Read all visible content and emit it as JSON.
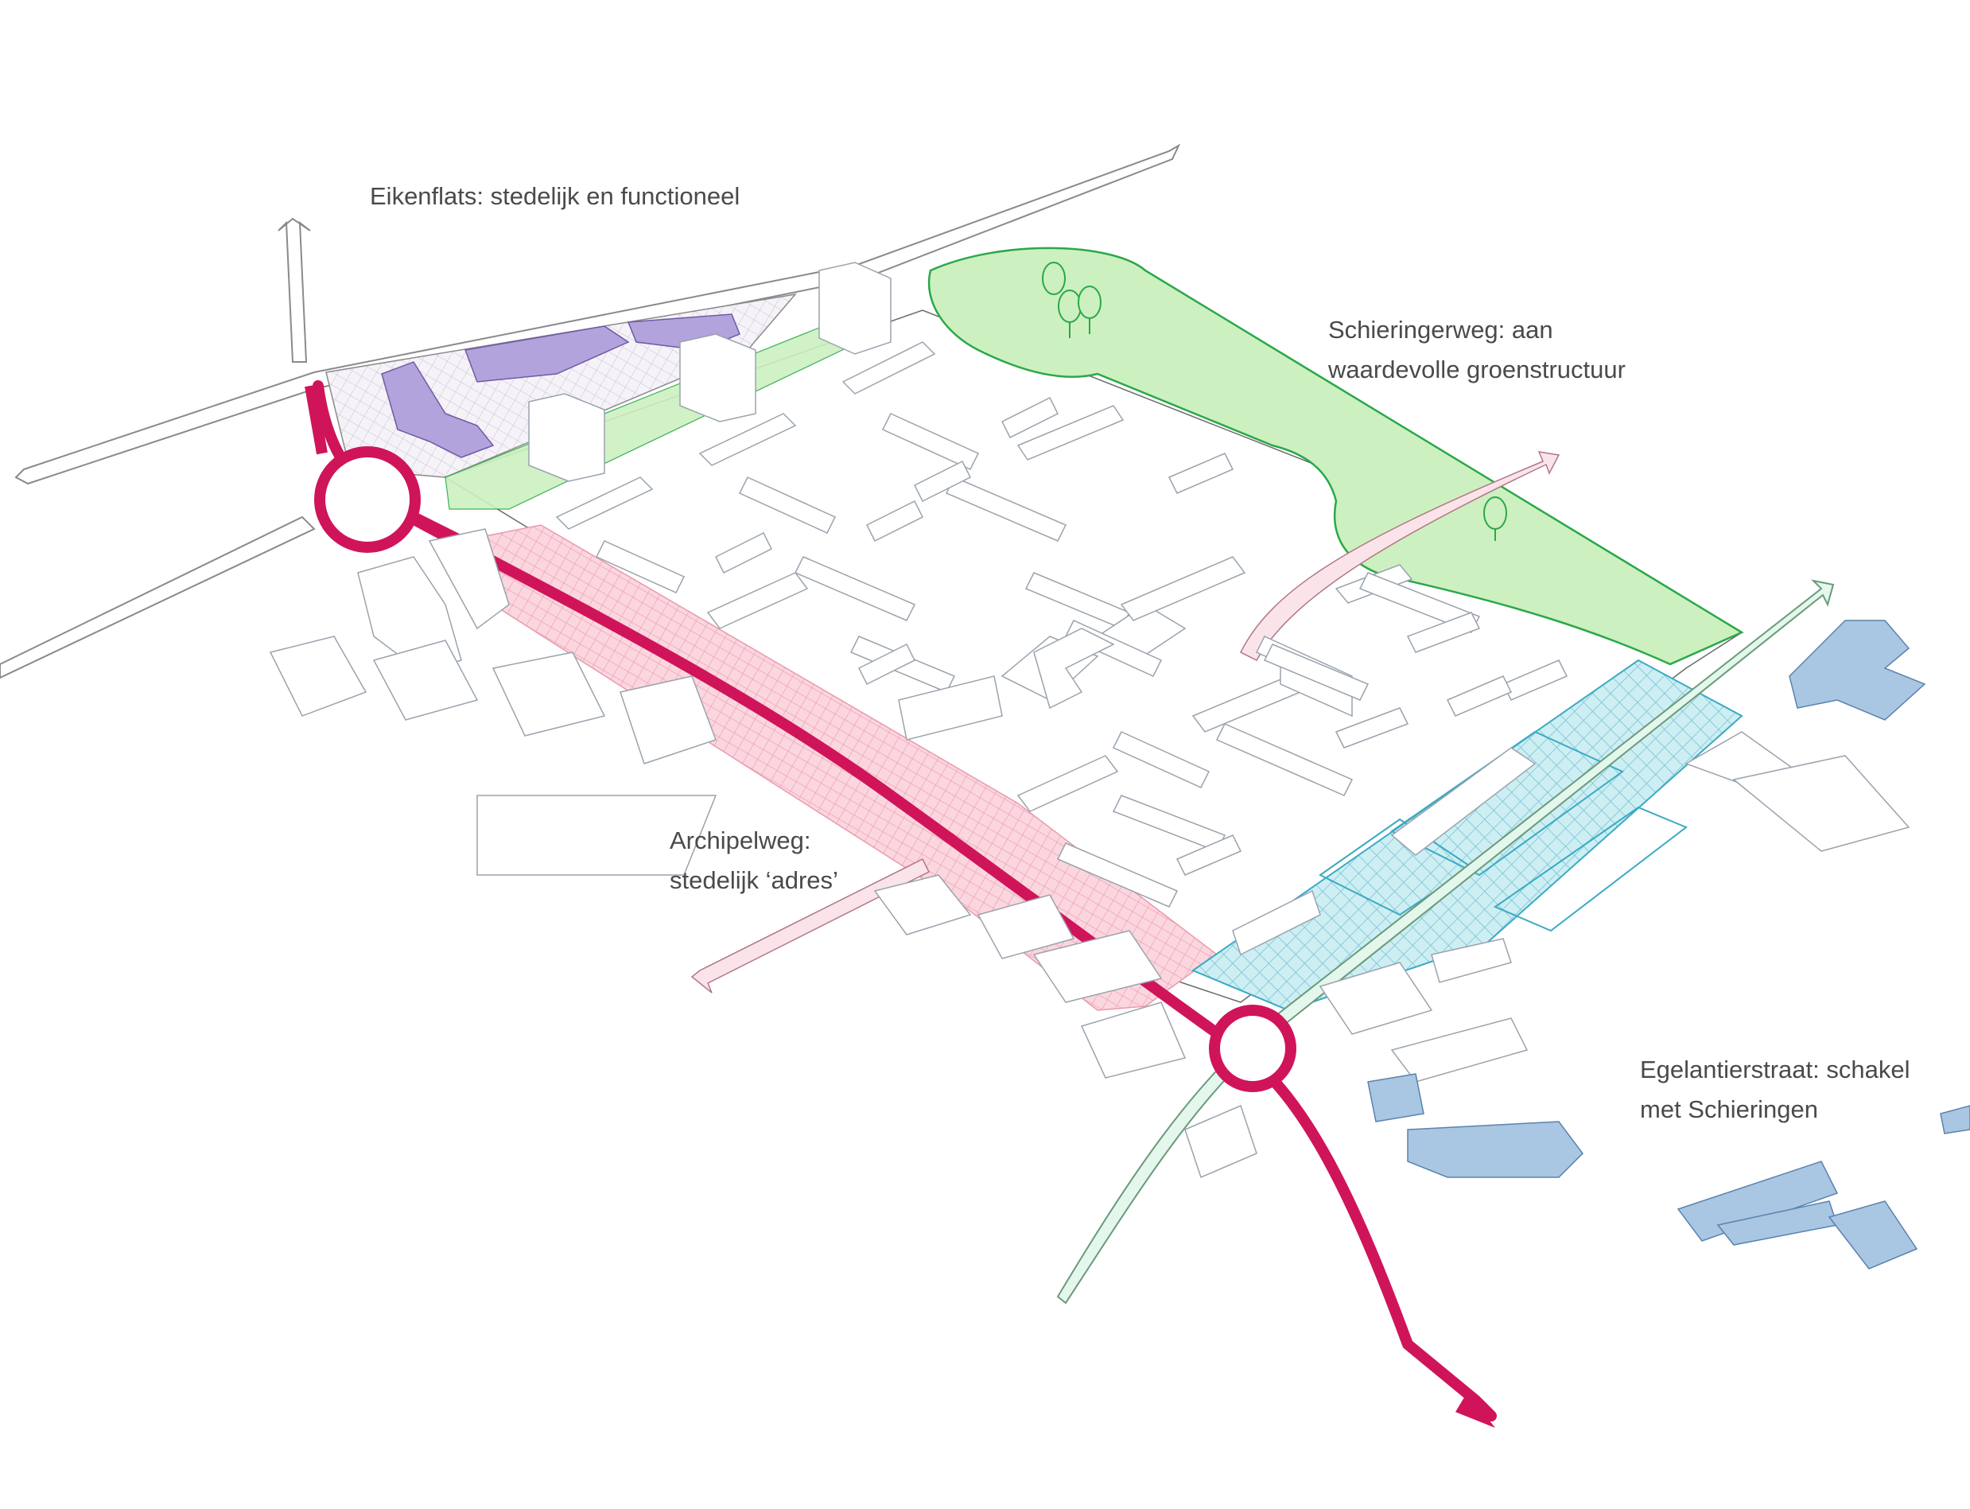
{
  "labels": {
    "eikenflats": {
      "line1": "Eikenflats: stedelijk en functioneel"
    },
    "schieringerweg": {
      "line1": "Schieringerweg: aan",
      "line2": "waardevolle groenstructuur"
    },
    "archipelweg": {
      "line1": "Archipelweg:",
      "line2": "stedelijk ‘adres’"
    },
    "egelantierstraat": {
      "line1": "Egelantierstraat: schakel",
      "line2": "met Schieringen"
    }
  },
  "colors": {
    "main_road": "#d0145a",
    "green_zone": "#cdf0c0",
    "green_stroke": "#2aa84a",
    "pink_zone": "#fbd6de",
    "blue_zone": "#cdeef2",
    "blue_stroke": "#3aaac4",
    "purple_building": "#b3a3dc",
    "blue_building": "#a9c6e2",
    "white_building": "#ffffff",
    "building_stroke": "#9aa3ad"
  },
  "icons": [
    "roundabout-icon",
    "tree-icon",
    "arrow-icon"
  ]
}
